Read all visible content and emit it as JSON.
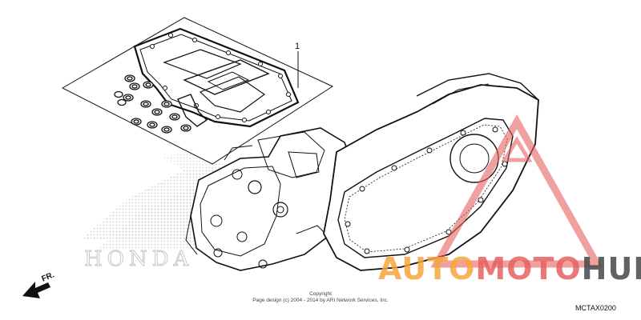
{
  "diagram": {
    "callout_number": "1",
    "direction_label": "FR.",
    "copyright_lines": [
      "Copyright",
      "Page design (c) 2004 - 2014 by ARI Network Services, Inc."
    ],
    "diagram_code": "MCTAX0200",
    "brand_watermark": "HONDA"
  },
  "watermark": {
    "part1": "AUTO",
    "part2": "MOTO",
    "part3": "HUB",
    "colors": {
      "orange": "#F4A63C",
      "red": "#E86060",
      "dark": "#464646"
    }
  }
}
